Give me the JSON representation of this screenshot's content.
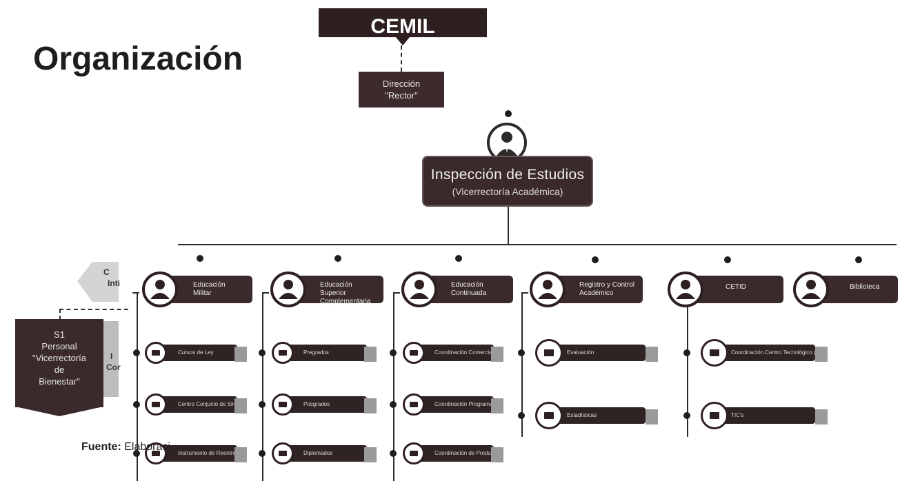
{
  "title": "Organización",
  "top": {
    "cemil": "CEMIL",
    "direccion": [
      "Dirección",
      "\"Rector\""
    ]
  },
  "inspeccion": {
    "line1": "Inspección de Estudios",
    "line2": "(Vicerrectoría Académica)"
  },
  "heads": [
    {
      "label": [
        "Educación",
        "Militar"
      ]
    },
    {
      "label": [
        "Educación Superior",
        "Complementaria"
      ]
    },
    {
      "label": [
        "Educación",
        "Continuada"
      ]
    },
    {
      "label": [
        "Registro y Control",
        "Académico"
      ]
    },
    {
      "label": [
        "CETID"
      ]
    },
    {
      "label": [
        "Biblioteca"
      ]
    }
  ],
  "subs": {
    "col1": [
      "Cursos de Ley",
      "Centro Conjunto de Simulación",
      "Instrumento de Reentrenamiento"
    ],
    "col2": [
      "Pregrados",
      "Posgrados",
      "Diplomados"
    ],
    "col3": [
      "Coordinación Comercial de Programas",
      "Coordinación Programas Fuerzas Públicas",
      "Coordinación de Producción"
    ],
    "col4": [
      "Evaluación",
      "Estadísticas"
    ],
    "col5": [
      "Coordinación Centro Tecnológico para Aprender",
      "TIC's"
    ]
  },
  "side": {
    "s1": [
      "S1",
      "Personal",
      "\"Vicerrectoría",
      "de",
      "Bienestar\""
    ],
    "left_label": [
      "C",
      "Inti",
      "I",
      "Cor"
    ]
  },
  "fuente": {
    "bold": "Fuente:",
    "text": "Elaboraci"
  },
  "colors": {
    "box": "#3a2a2b",
    "line": "#2b2b2b",
    "text_light": "#e8e8e8"
  }
}
